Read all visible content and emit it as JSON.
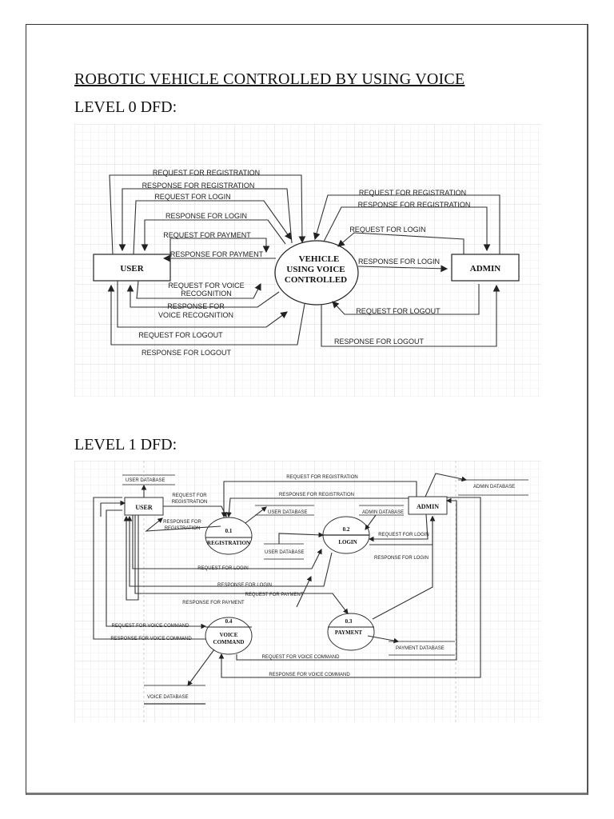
{
  "document": {
    "title": "ROBOTIC VEHICLE CONTROLLED BY USING VOICE",
    "level0_heading": "LEVEL 0 DFD:",
    "level1_heading": "LEVEL 1 DFD:"
  },
  "level0": {
    "entities": {
      "user": "USER",
      "admin": "ADMIN"
    },
    "process": [
      "VEHICLE",
      "USING VOICE",
      "CONTROLLED"
    ],
    "user_flows": {
      "req_registration": "REQUEST FOR REGISTRATION",
      "resp_registration": "RESPONSE FOR REGISTRATION",
      "req_login": "REQUEST FOR LOGIN",
      "resp_login": "RESPONSE FOR LOGIN",
      "req_payment": "REQUEST FOR PAYMENT",
      "resp_payment": "RESPONSE FOR PAYMENT",
      "req_voice_1": "REQUEST FOR VOICE",
      "req_voice_2": "RECOGNITION",
      "resp_voice_1": "RESPONSE FOR",
      "resp_voice_2": "VOICE RECOGNITION",
      "req_logout": "REQUEST FOR LOGOUT",
      "resp_logout": "RESPONSE FOR LOGOUT"
    },
    "admin_flows": {
      "req_registration": "REQUEST FOR REGISTRATION",
      "resp_registration": "RESPONSE FOR REGISTRATION",
      "req_login": "REQUEST FOR LOGIN",
      "resp_login": "RESPONSE FOR LOGIN",
      "req_logout": "REQUEST FOR LOGOUT",
      "resp_logout": "RESPONSE FOR LOGOUT"
    }
  },
  "level1": {
    "entities": {
      "user": "USER",
      "admin": "ADMIN"
    },
    "processes": {
      "registration": {
        "id": "0.1",
        "name": "REGISTRATION"
      },
      "login": {
        "id": "0.2",
        "name": "LOGIN"
      },
      "payment": {
        "id": "0.3",
        "name": "PAYMENT"
      },
      "voice": {
        "id": "0.4",
        "name_1": "VOICE",
        "name_2": "COMMAND"
      }
    },
    "stores": {
      "user_db_top": "USER DATABASE",
      "user_db_reg": "USER DATABASE",
      "user_db_login": "USER DATABASE",
      "admin_db_login": "ADMIN DATABASE",
      "admin_db_right": "ADMIN DATABASE",
      "payment_db": "PAYMENT  DATABASE",
      "voice_db": "VOICE DATABASE"
    },
    "flows": {
      "admin_req_registration": "REQUEST FOR REGISTRATION",
      "admin_resp_registration": "RESPONSE FOR REGISTRATION",
      "user_req_reg_1": "REQUEST FOR",
      "user_req_reg_2": "REGISTRATION",
      "user_resp_reg_1": "RESPONSE FOR",
      "user_resp_reg_2": "REGISTRATION",
      "admin_req_login": "REQUEST FOR LOGIN",
      "admin_resp_login": "RESPONSE FOR LOGIN",
      "user_req_login": "REQUEST FOR LOGIN",
      "user_resp_login": "RESPONSE FOR LOGIN",
      "req_payment": "REQUEST FOR PAYMENT",
      "resp_payment": "RESPONSE FOR PAYMENT",
      "user_req_voice": "REQUEST FOR VOICE COMMAND",
      "user_resp_voice": "RESPONSE FOR VOICE COMMAND",
      "admin_req_voice": "REQUEST FOR VOICE COMMAND",
      "admin_resp_voice": "RESPONSE FOR VOICE COMMAND"
    }
  }
}
